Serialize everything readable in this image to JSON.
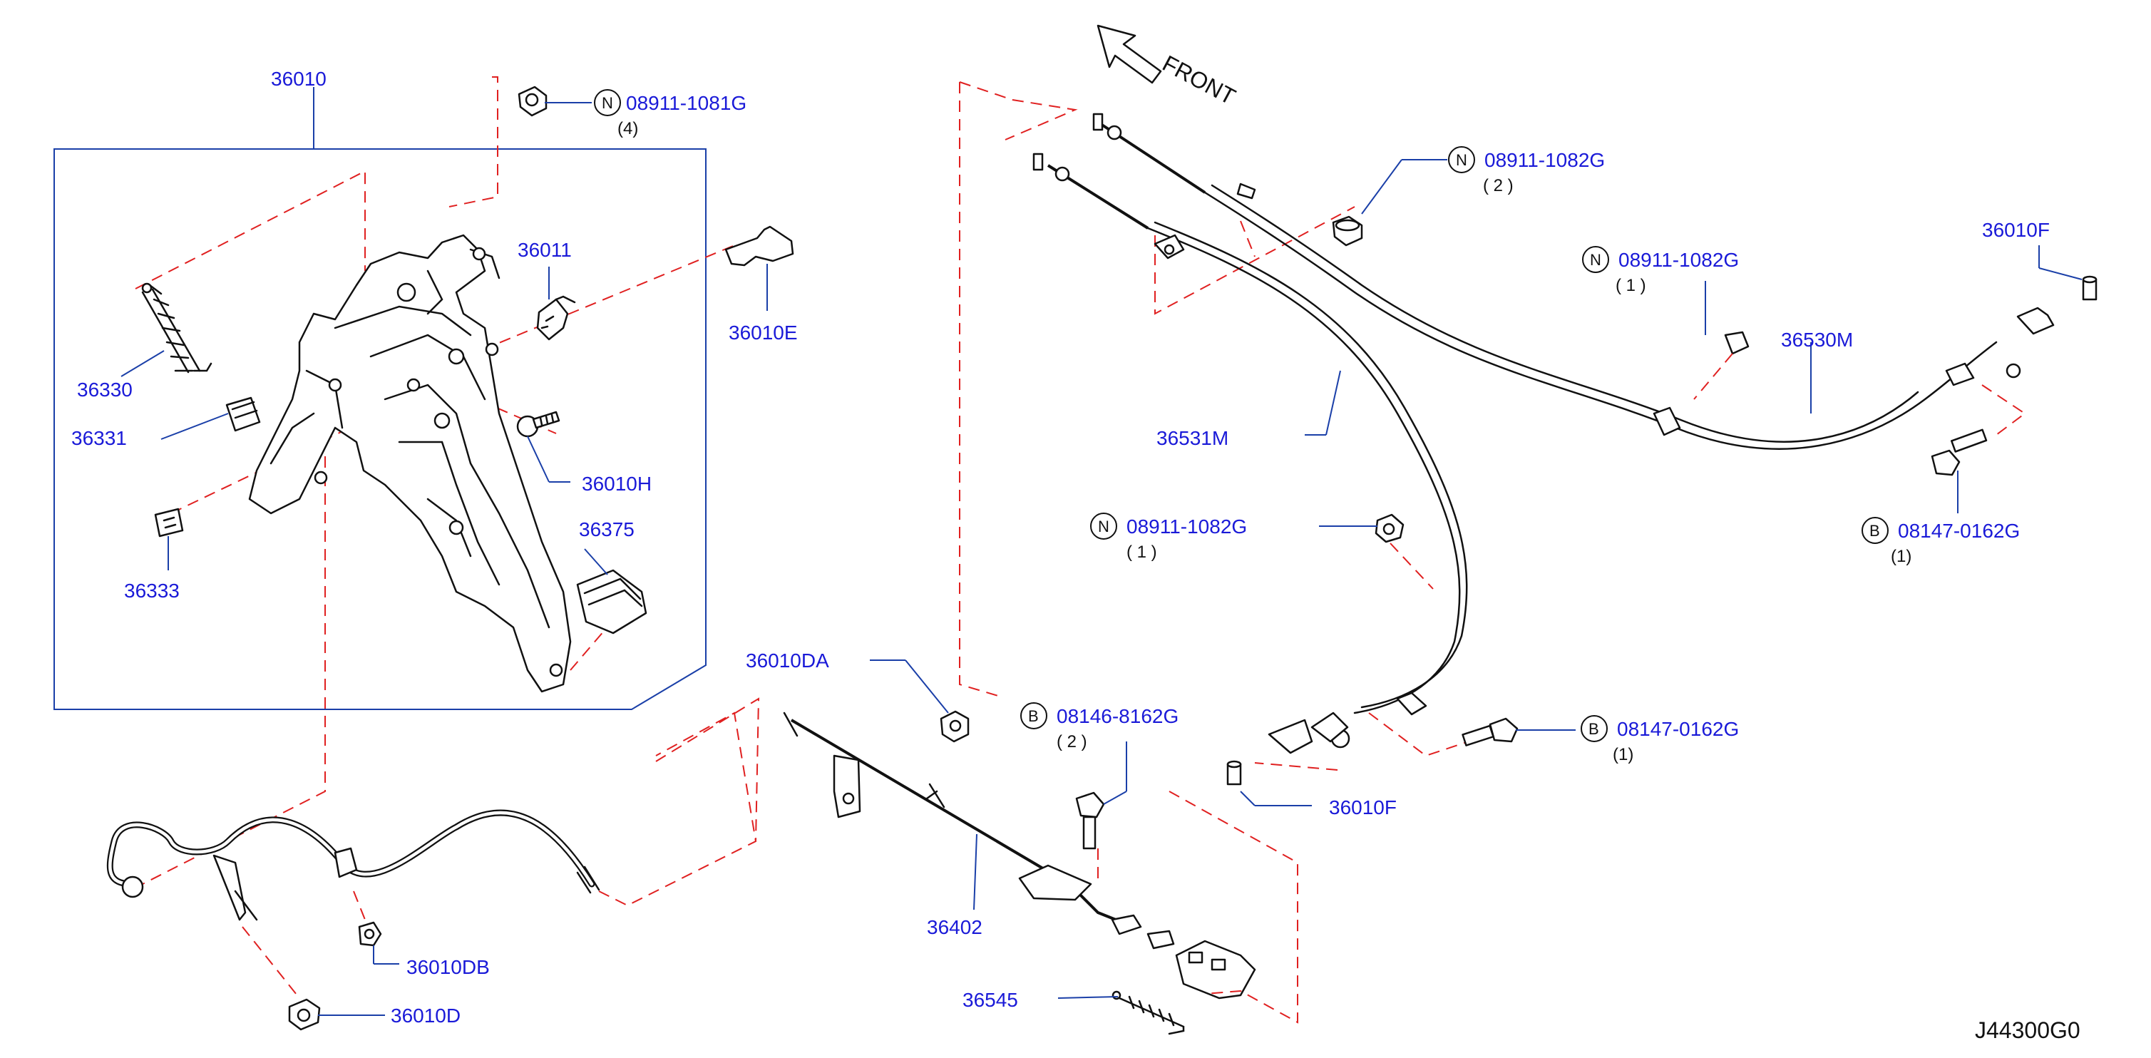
{
  "parts": {
    "p36010": "36010",
    "p36011": "36011",
    "p36010E": "36010E",
    "p36330": "36330",
    "p36331": "36331",
    "p36010H": "36010H",
    "p36375": "36375",
    "p36333": "36333",
    "p36010DA": "36010DA",
    "p36010DB": "36010DB",
    "p36010D": "36010D",
    "p36402": "36402",
    "p36545": "36545",
    "p36531M": "36531M",
    "p36530M": "36530M",
    "p36010F_top": "36010F",
    "p36010F_bottom": "36010F"
  },
  "fasteners": {
    "nut_top": {
      "badge": "N",
      "part": "08911-1081G",
      "qty": "(4)"
    },
    "nut_a": {
      "badge": "N",
      "part": "08911-1082G",
      "qty": "( 2 )"
    },
    "nut_b": {
      "badge": "N",
      "part": "08911-1082G",
      "qty": "( 1 )"
    },
    "nut_c": {
      "badge": "N",
      "part": "08911-1082G",
      "qty": "( 1 )"
    },
    "bolt_center": {
      "badge": "B",
      "part": "08146-8162G",
      "qty": "( 2 )"
    },
    "bolt_right": {
      "badge": "B",
      "part": "08147-0162G",
      "qty": "(1)"
    },
    "bolt_mid": {
      "badge": "B",
      "part": "08147-0162G",
      "qty": "(1)"
    }
  },
  "front_label": "FRONT",
  "diagram_id": "J44300G0"
}
